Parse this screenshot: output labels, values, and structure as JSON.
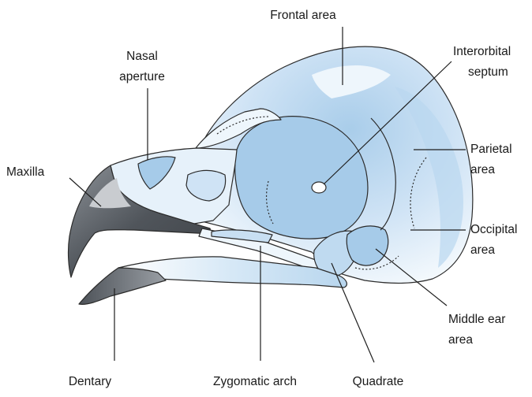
{
  "labels": {
    "frontal": "Frontal area",
    "nasal_line1": "Nasal",
    "nasal_line2": "aperture",
    "interorbital_line1": "Interorbital",
    "interorbital_line2": "septum",
    "maxilla": "Maxilla",
    "parietal_line1": "Parietal",
    "parietal_line2": "area",
    "occipital_line1": "Occipital",
    "occipital_line2": "area",
    "middle_ear_line1": "Middle ear",
    "middle_ear_line2": "area",
    "dentary": "Dentary",
    "zygomatic": "Zygomatic arch",
    "quadrate": "Quadrate"
  },
  "colors": {
    "bone_fill": "#dcecf8",
    "bone_shade": "#a9cdea",
    "beak_dark": "#5a5e63",
    "beak_light": "#b9bdc2",
    "outline": "#2b2b2b",
    "leader": "#1f1f1f"
  }
}
